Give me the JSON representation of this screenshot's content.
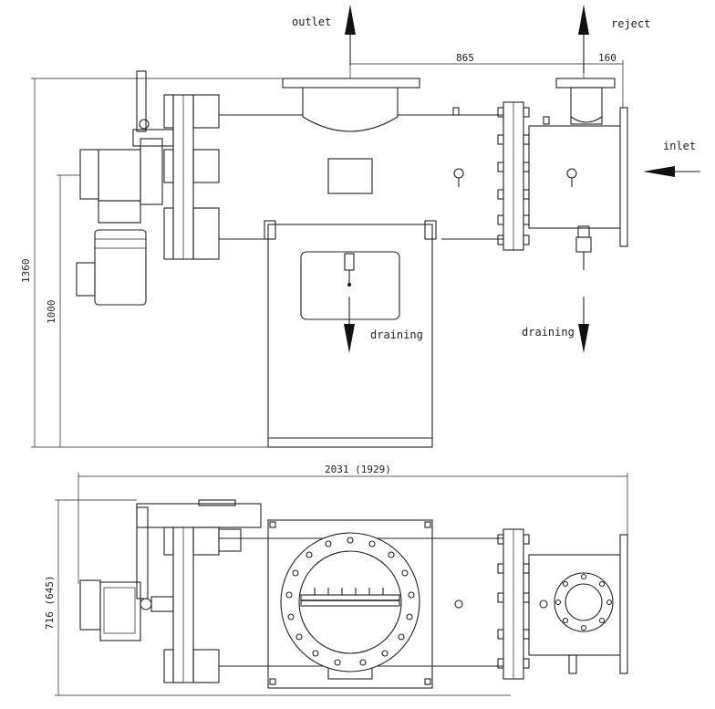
{
  "labels": {
    "outlet": "outlet",
    "reject": "reject",
    "inlet": "inlet",
    "draining_center": "draining",
    "draining_right": "draining"
  },
  "dimensions": {
    "d865": "865",
    "d160": "160",
    "d1360": "1360",
    "d1000": "1000",
    "d2031": "2031 (1929)",
    "d716": "716 (645)"
  },
  "colors": {
    "line": "#222222",
    "background": "#ffffff"
  }
}
